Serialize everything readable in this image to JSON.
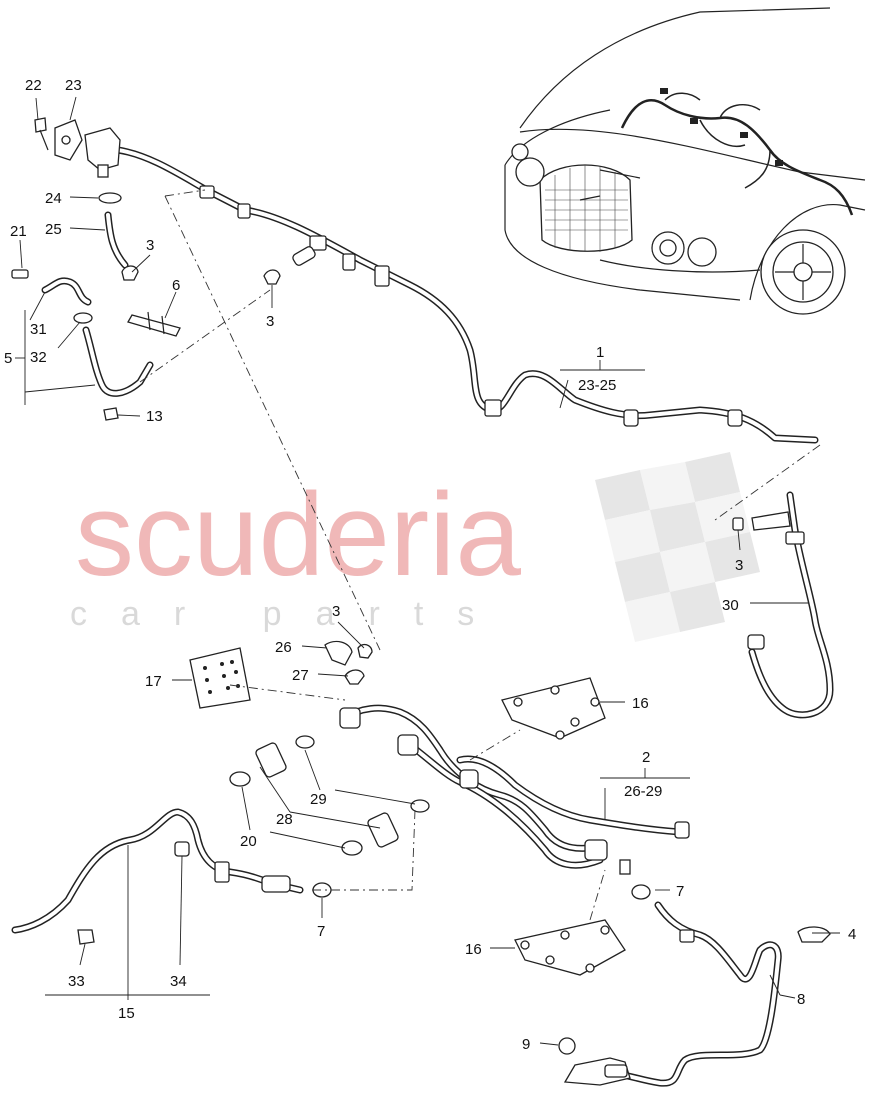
{
  "watermark": {
    "brand": "scuderia",
    "tagline": "car parts",
    "brand_color": "#f0b8b8",
    "tagline_color": "#d9d9d9"
  },
  "callouts": {
    "c1": "1",
    "c1r": "23-25",
    "c2": "2",
    "c2r": "26-29",
    "c3a": "3",
    "c3b": "3",
    "c3c": "3",
    "c3d": "3",
    "c4": "4",
    "c5": "5",
    "c6": "6",
    "c7a": "7",
    "c7b": "7",
    "c8": "8",
    "c9": "9",
    "c13": "13",
    "c15": "15",
    "c16a": "16",
    "c16b": "16",
    "c17": "17",
    "c20": "20",
    "c21": "21",
    "c22": "22",
    "c23": "23",
    "c24": "24",
    "c25": "25",
    "c26": "26",
    "c27": "27",
    "c28": "28",
    "c29": "29",
    "c30": "30",
    "c31": "31",
    "c32": "32",
    "c33": "33",
    "c34": "34"
  }
}
